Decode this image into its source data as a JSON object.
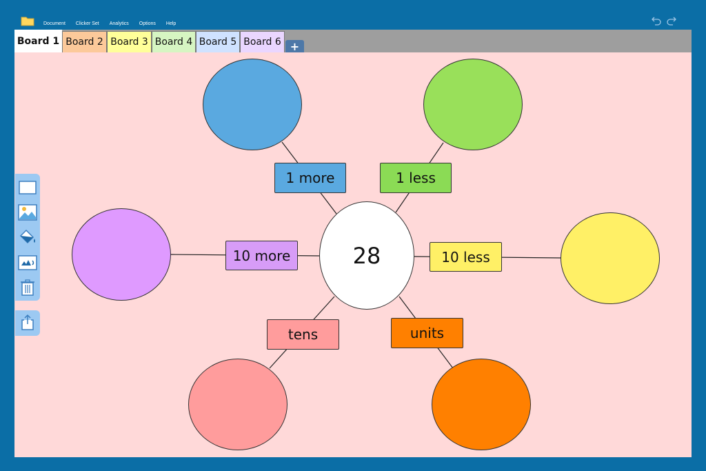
{
  "menu": {
    "items": [
      "Document",
      "Clicker Set",
      "Analytics",
      "Options",
      "Help"
    ]
  },
  "tabs": [
    {
      "label": "Board 1",
      "color": "#ffffff"
    },
    {
      "label": "Board 2",
      "color": "#fcc99a"
    },
    {
      "label": "Board 3",
      "color": "#ffff99"
    },
    {
      "label": "Board 4",
      "color": "#d6f5c2"
    },
    {
      "label": "Board 5",
      "color": "#cfe2ff"
    },
    {
      "label": "Board 6",
      "color": "#ead6ff"
    }
  ],
  "add_tab_label": "+",
  "board": {
    "background": "#ffd9d9",
    "center_value": "28",
    "labels": {
      "one_more": "1 more",
      "one_less": "1 less",
      "ten_more": "10 more",
      "ten_less": "10 less",
      "tens": "tens",
      "units": "units"
    },
    "colors": {
      "blue": "#5aa9e0",
      "green": "#99e05a",
      "purple": "#df9aff",
      "yellow": "#fff066",
      "pink": "#ff9c9c",
      "orange": "#ff8000",
      "label_blue": "#5aa9e0",
      "label_green": "#8bdb55",
      "label_purple": "#d79cf7",
      "label_yellow": "#fff066",
      "label_pink": "#ff9c9c",
      "label_orange": "#ff8000"
    }
  },
  "toolbar": {
    "tools": [
      "rectangle-icon",
      "image-icon",
      "fill-icon",
      "audio-icon",
      "trash-icon"
    ],
    "share": "share-icon"
  }
}
